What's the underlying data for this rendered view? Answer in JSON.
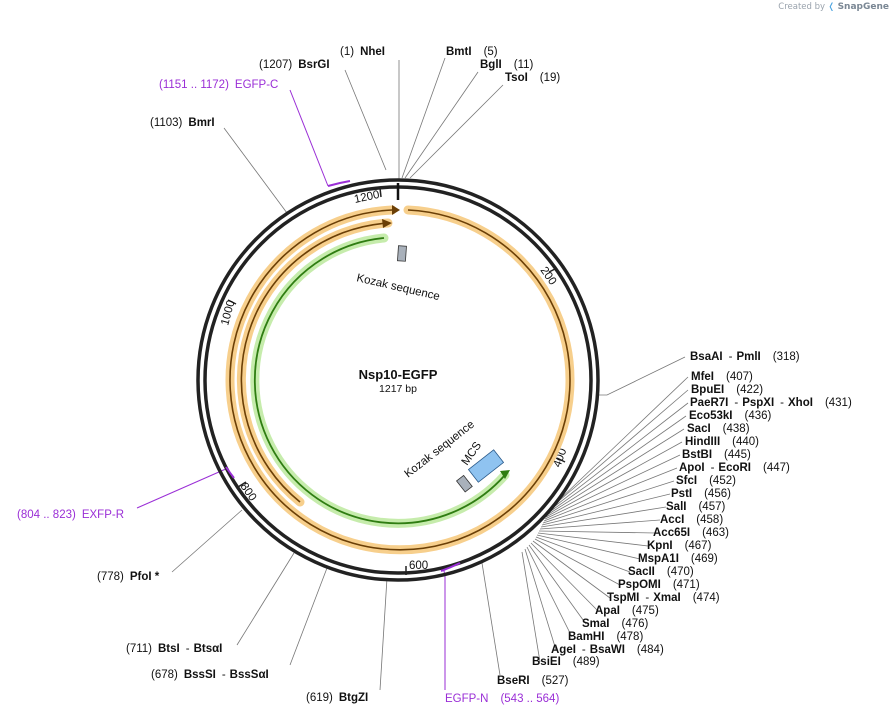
{
  "credit": {
    "prefix": "Created by",
    "brand": "SnapGene"
  },
  "plasmid": {
    "name": "Nsp10-EGFP",
    "size_label": "1217 bp",
    "length": 1217
  },
  "ticks": [
    "200",
    "400",
    "600",
    "800",
    "1000",
    "1200"
  ],
  "features": {
    "kozak_top": "Kozak sequence",
    "kozak_bottom": "Kozak sequence",
    "mcs": "MCS"
  },
  "sites_top": [
    {
      "name": "NheI",
      "pos": "(1)"
    },
    {
      "name": "BmtI",
      "pos": "(5)"
    },
    {
      "name": "BglI",
      "pos": "(11)"
    },
    {
      "name": "TsoI",
      "pos": "(19)"
    },
    {
      "name": "BsrGI",
      "pos": "(1207)"
    },
    {
      "name": "BmrI",
      "pos": "(1103)"
    }
  ],
  "sites_right": [
    {
      "name": "BsaAI",
      "extra": "PmlI",
      "pos": "(318)"
    },
    {
      "name": "MfeI",
      "pos": "(407)"
    },
    {
      "name": "BpuEI",
      "pos": "(422)"
    },
    {
      "name": "PaeR7I",
      "extra": "PspXI",
      "extra2": "XhoI",
      "pos": "(431)"
    },
    {
      "name": "Eco53kI",
      "pos": "(436)"
    },
    {
      "name": "SacI",
      "pos": "(438)"
    },
    {
      "name": "HindIII",
      "pos": "(440)"
    },
    {
      "name": "BstBI",
      "pos": "(445)"
    },
    {
      "name": "ApoI",
      "extra": "EcoRI",
      "pos": "(447)"
    },
    {
      "name": "SfcI",
      "pos": "(452)"
    },
    {
      "name": "PstI",
      "pos": "(456)"
    },
    {
      "name": "SalI",
      "pos": "(457)"
    },
    {
      "name": "AccI",
      "pos": "(458)"
    },
    {
      "name": "Acc65I",
      "pos": "(463)"
    },
    {
      "name": "KpnI",
      "pos": "(467)"
    },
    {
      "name": "MspA1I",
      "pos": "(469)"
    },
    {
      "name": "SacII",
      "pos": "(470)"
    },
    {
      "name": "PspOMI",
      "pos": "(471)"
    },
    {
      "name": "TspMI",
      "extra": "XmaI",
      "pos": "(474)"
    },
    {
      "name": "ApaI",
      "pos": "(475)"
    },
    {
      "name": "SmaI",
      "pos": "(476)"
    },
    {
      "name": "BamHI",
      "pos": "(478)"
    },
    {
      "name": "AgeI",
      "extra": "BsaWI",
      "pos": "(484)"
    },
    {
      "name": "BsiEI",
      "pos": "(489)"
    },
    {
      "name": "BseRI",
      "pos": "(527)"
    }
  ],
  "sites_left": [
    {
      "name": "PfoI *",
      "pos": "(778)"
    },
    {
      "name": "BtsI",
      "extra": "BtsαI",
      "pos": "(711)"
    },
    {
      "name": "BssSI",
      "extra": "BssSαI",
      "pos": "(678)"
    },
    {
      "name": "BtgZI",
      "pos": "(619)"
    }
  ],
  "primers": [
    {
      "range": "(1151 .. 1172)",
      "name": "EGFP-C"
    },
    {
      "range": "(804 .. 823)",
      "name": "EXFP-R"
    },
    {
      "range": "(543 .. 564)",
      "name": "EGFP-N"
    }
  ],
  "colors": {
    "orf": "#f5c57a",
    "orf_stroke": "#7a4a0a",
    "gfp": "#5cb82e",
    "mcs": "#8fc3f0",
    "primer": "#9a2ed6",
    "backbone": "#222222"
  }
}
